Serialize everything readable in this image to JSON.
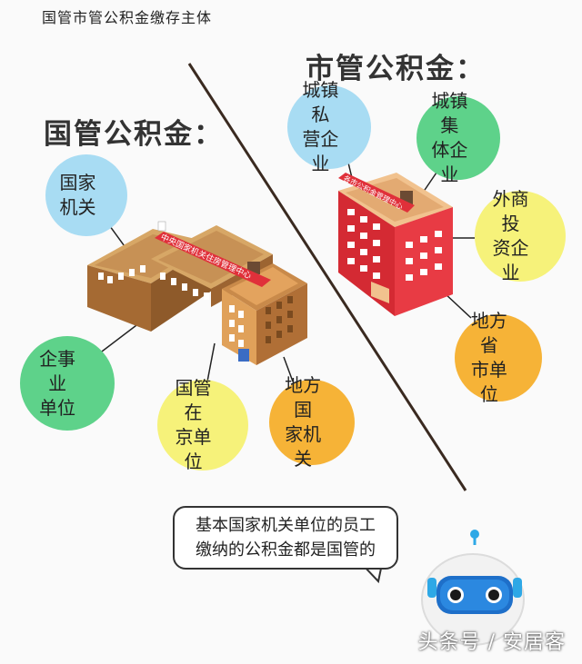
{
  "page_title": "国管市管公积金缴存主体",
  "national": {
    "heading": "国管公积金：",
    "building_sign": "中央国家机关住房管理中心",
    "entities": [
      {
        "label_lines": [
          "国家",
          "机关"
        ]
      },
      {
        "label_lines": [
          "企事业",
          "单位"
        ]
      },
      {
        "label_lines": [
          "国管在",
          "京单位"
        ]
      },
      {
        "label_lines": [
          "地方国",
          "家机关"
        ]
      }
    ]
  },
  "municipal": {
    "heading": "市管公积金：",
    "building_sign": "各市公积金管理中心",
    "entities": [
      {
        "label_lines": [
          "城镇私",
          "营企业"
        ]
      },
      {
        "label_lines": [
          "城镇集",
          "体企业"
        ]
      },
      {
        "label_lines": [
          "外商投",
          "资企业"
        ]
      },
      {
        "label_lines": [
          "地方省",
          "市单位"
        ]
      }
    ]
  },
  "speech_bubble": {
    "lines": [
      "基本国家机关单位的员工",
      "缴纳的公积金都是国管的"
    ]
  },
  "watermark": "头条号 / 安居客",
  "colors": {
    "blue": "#a8dcf3",
    "green": "#5ed28a",
    "yellow": "#f6f27a",
    "orange": "#f6b337",
    "national_building": "#b5793d",
    "municipal_building": "#e0303a"
  }
}
